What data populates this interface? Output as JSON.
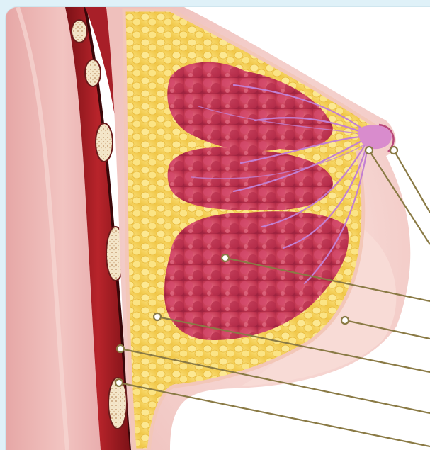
{
  "figure": {
    "subject": "breast-cross-section",
    "structures": [
      {
        "id": "nipple",
        "icon": "nipple-marker"
      },
      {
        "id": "lactiferous-ducts",
        "icon": "duct-marker"
      },
      {
        "id": "lobules",
        "icon": "lobule-marker"
      },
      {
        "id": "skin",
        "icon": "skin-marker"
      },
      {
        "id": "fatty-tissue",
        "icon": "fat-marker"
      },
      {
        "id": "pectoral-muscle",
        "icon": "muscle-marker"
      },
      {
        "id": "rib",
        "icon": "rib-marker"
      }
    ],
    "colors": {
      "background": "#dff1f8",
      "panel": "#ffffff",
      "skin": "#f4c9c4",
      "chest_wall": "#eab5b3",
      "fat": "#f6d65c",
      "fat_cells": "#fbe68e",
      "glandular": "#c73a56",
      "muscle": "#9e1d24",
      "ducts": "#c07ad0",
      "rib_bone": "#f2e3c4",
      "leader_line": "#8a7a45"
    }
  }
}
